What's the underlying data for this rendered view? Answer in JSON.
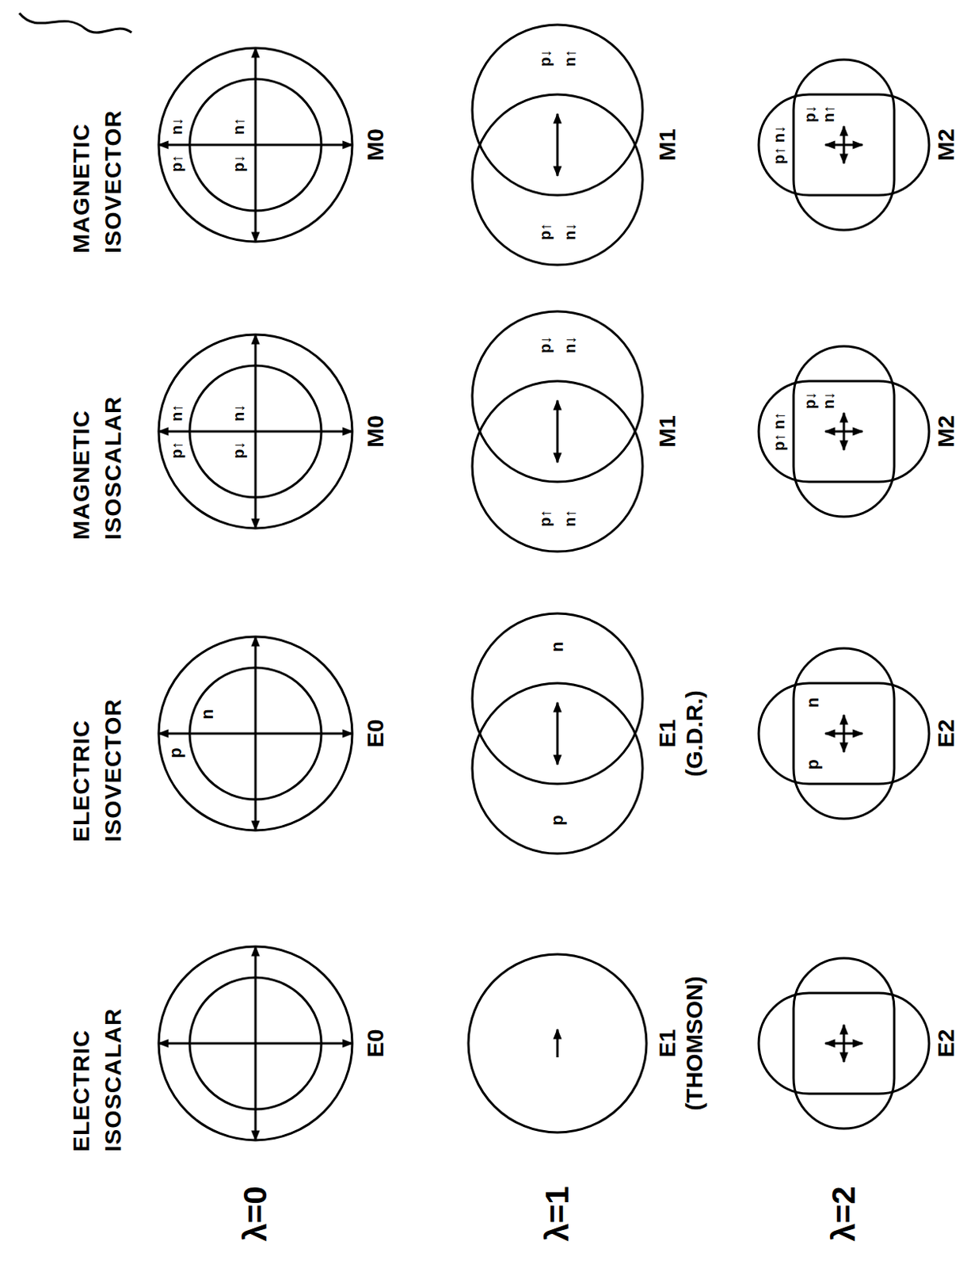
{
  "diagram": {
    "labels": [
      "ELECTRIC ISOSCALAR",
      "ELECTRIC ISOVECTOR",
      "MAGNETIC ISOSCALAR",
      "MAGNETIC ISOVECTOR",
      "λ=0",
      "λ=1",
      "λ=2",
      "E0",
      "p",
      "n",
      "E0",
      "p↑",
      "n↑",
      "p↓",
      "n↓",
      "M0",
      "p↑",
      "n↓",
      "p↓",
      "n↑",
      "M0",
      "E1",
      "(THOMSON)",
      "p",
      "n",
      "E1",
      "(G.D.R.)",
      "p↑",
      "n↑",
      "p↓",
      "n↓",
      "M1",
      "p↑",
      "n↓",
      "p↓",
      "n↑",
      "M1",
      "E2",
      "p",
      "n",
      "E2",
      "p↑ n↑",
      "p↓",
      "n↓",
      "M2",
      "p↑ n↓",
      "p↓",
      "n↑",
      "M2"
    ]
  }
}
